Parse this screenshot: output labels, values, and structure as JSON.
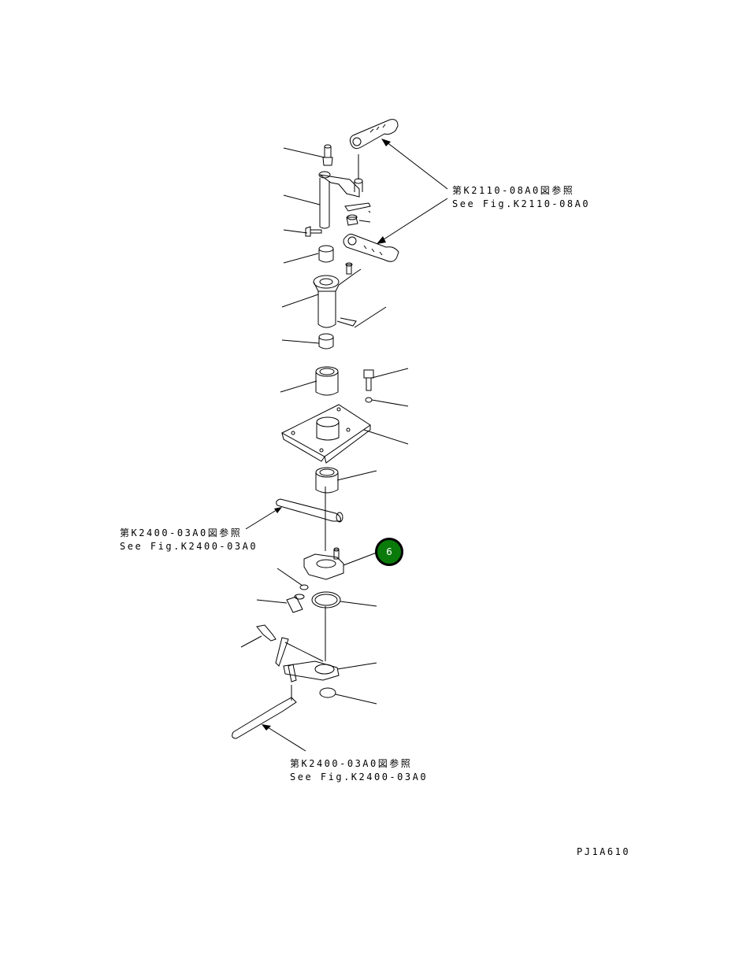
{
  "references": {
    "k2110": {
      "jp": "第K2110-08A0図参照",
      "en": "See Fig.K2110-08A0"
    },
    "k2400_mid": {
      "jp": "第K2400-03A0図参照",
      "en": "See Fig.K2400-03A0"
    },
    "k2400_bottom": {
      "jp": "第K2400-03A0図参照",
      "en": "See Fig.K2400-03A0"
    }
  },
  "callout": {
    "number": "6",
    "color": "#0a7a0a"
  },
  "drawing_code": "PJ1A610"
}
